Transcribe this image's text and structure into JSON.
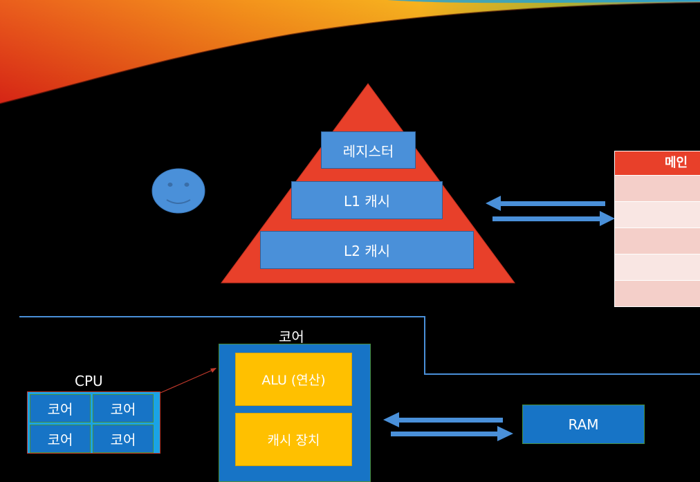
{
  "pyramid": {
    "layers": [
      "레지스터",
      "L1 캐시",
      "L2 캐시"
    ],
    "color_triangle": "#e8402a",
    "color_layer": "#4a90d9"
  },
  "memory_table": {
    "header": "메인",
    "row_count": 5,
    "color_header": "#e8402a"
  },
  "core": {
    "title": "코어",
    "alu_label": "ALU (연산)",
    "cache_label": "캐시 장치"
  },
  "cpu": {
    "title": "CPU",
    "cells": [
      "코어",
      "코어",
      "코어",
      "코어"
    ]
  },
  "ram": {
    "label": "RAM"
  },
  "icons": [
    "smiley-face-icon",
    "left-arrow-icon",
    "right-arrow-icon"
  ]
}
